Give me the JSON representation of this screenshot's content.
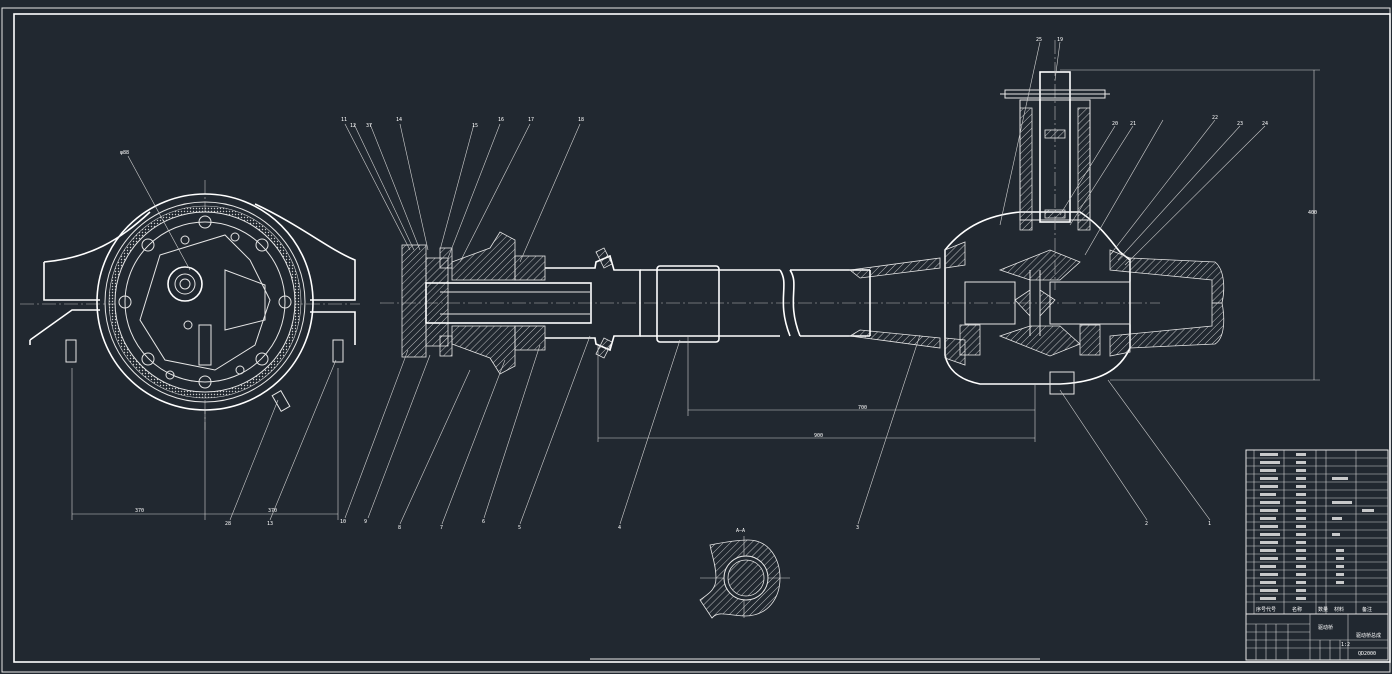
{
  "drawing": {
    "section_label": "A—A",
    "background": "#212830",
    "line_color": "#e6e6e6",
    "dim_left_1": "370",
    "dim_left_2": "370",
    "dim_mid": "700",
    "dim_long": "900",
    "dim_right": "400",
    "flange_dia": "φ88",
    "balloons_top_left": [
      "11",
      "12",
      "37",
      "14",
      "15",
      "16",
      "17",
      "18"
    ],
    "balloons_top_right": [
      "25",
      "19",
      "20",
      "21",
      "22",
      "23",
      "24"
    ],
    "balloons_bottom": [
      "10",
      "9",
      "8",
      "7",
      "6",
      "5",
      "4",
      "3",
      "2",
      "1"
    ],
    "balloons_left_view": [
      "28",
      "13"
    ]
  },
  "title_block": {
    "drawing_name": "驱动桥总成",
    "sheet": "驱动桥",
    "code": "QD2000",
    "scale": "1:2",
    "header_cols": [
      "序号",
      "代号",
      "名称",
      "数量",
      "材料",
      "备注"
    ]
  }
}
